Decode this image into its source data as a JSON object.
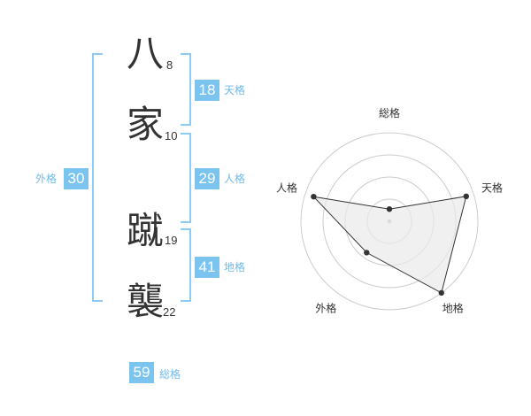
{
  "name": {
    "characters": [
      {
        "char": "八",
        "strokes": "8"
      },
      {
        "char": "家",
        "strokes": "10"
      },
      {
        "char": "蹴",
        "strokes": "19"
      },
      {
        "char": "襲",
        "strokes": "22"
      }
    ]
  },
  "scores": {
    "tenkaku": {
      "value": "18",
      "label": "天格"
    },
    "jinkaku": {
      "value": "29",
      "label": "人格"
    },
    "chikaku": {
      "value": "41",
      "label": "地格"
    },
    "gaikaku": {
      "value": "30",
      "label": "外格"
    },
    "soukaku": {
      "value": "59",
      "label": "総格"
    }
  },
  "chart_data": {
    "type": "radar",
    "axes": [
      "総格",
      "天格",
      "地格",
      "外格",
      "人格"
    ],
    "max": 4,
    "rings": 4,
    "values": [
      0.55,
      3.65,
      4.0,
      1.75,
      3.6
    ],
    "colors": {
      "fill": "#e9e9e9",
      "line": "#333333",
      "grid": "#cccccc",
      "point": "#333333"
    }
  }
}
